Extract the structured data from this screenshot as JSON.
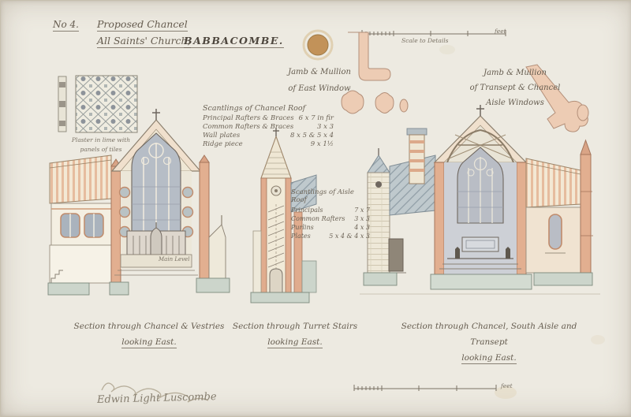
{
  "title_block": {
    "number": "No 4.",
    "line1": "Proposed Chancel",
    "line2": "All Saints' Church,",
    "place": "BABBACOMBE."
  },
  "top_scale": {
    "caption": "Scale to Details",
    "unit": "feet"
  },
  "details": {
    "east_window": {
      "line1": "Jamb & Mullion",
      "line2": "of East Window"
    },
    "aisle_windows": {
      "line1": "Jamb & Mullion",
      "line2": "of Transept & Chancel",
      "line3": "Aisle Windows"
    }
  },
  "tile_detail": {
    "caption_line1": "Plaster in lime with",
    "caption_line2": "panels of tiles"
  },
  "chancel_scantlings": {
    "title": "Scantlings of Chancel Roof",
    "rows": [
      {
        "item": "Principal Rafters & Braces",
        "size": "6 x 7 in fir"
      },
      {
        "item": "Common Rafters & Braces",
        "size": "3 x 3"
      },
      {
        "item": "Wall plates",
        "size": "8 x 5 & 5 x 4"
      },
      {
        "item": "Ridge piece",
        "size": "9 x 1½"
      }
    ]
  },
  "aisle_scantlings": {
    "title": "Scantlings of Aisle Roof",
    "rows": [
      {
        "item": "Principals",
        "size": "7 x 7"
      },
      {
        "item": "Common Rafters",
        "size": "3 x 3"
      },
      {
        "item": "Purlins",
        "size": "4 x 3"
      },
      {
        "item": "Plates",
        "size": "5 x 4 & 4 x 3"
      }
    ]
  },
  "annotations": {
    "main_level": "Main Level"
  },
  "captions": {
    "left": {
      "line1": "Section through Chancel & Vestries",
      "line2": "looking East."
    },
    "middle": {
      "line1": "Section through Turret Stairs",
      "line2": "looking East."
    },
    "right": {
      "line1": "Section through Chancel, South Aisle and Transept",
      "line2": "looking East."
    }
  },
  "bottom": {
    "signature": "Edwin Light Luscombe",
    "scale_unit": "feet"
  },
  "palette": {
    "paper": "#edeae1",
    "ink": "#655c4f",
    "pencil": "#847c6d",
    "brick_salmon": "#e2af90",
    "roof_cream": "#f0e0cd",
    "slate_blue": "#b3bdc2",
    "window_grey": "#b9bdc5",
    "plinth_green": "#ccd5cb"
  }
}
